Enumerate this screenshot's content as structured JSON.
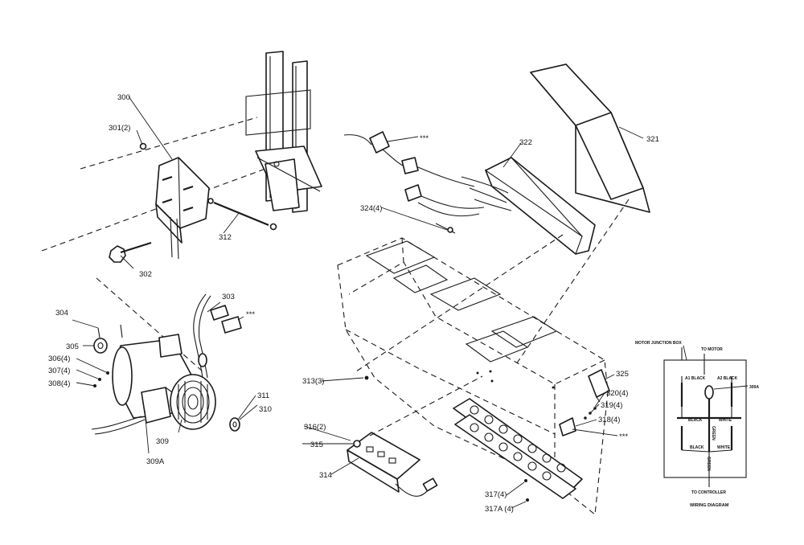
{
  "labels": {
    "p300": "300",
    "p301": "301(2)",
    "p302": "302",
    "p303": "303",
    "p304": "304",
    "p305": "305",
    "p306": "306(4)",
    "p307": "307(4)",
    "p308": "308(4)",
    "p309": "309",
    "p309a": "309A",
    "p310": "310",
    "p311": "311",
    "p312": "312",
    "p313": "313(3)",
    "p314": "314",
    "p315": "315",
    "p316": "316(2)",
    "p317": "317(4)",
    "p317a": "317A (4)",
    "p318": "318(4)",
    "p319": "319(4)",
    "p320": "320(4)",
    "p321": "321",
    "p322": "322",
    "p324": "324(4)",
    "p325": "325",
    "stars1": "***",
    "stars2": "***",
    "stars3": "***"
  },
  "wiring": {
    "title": "WIRING DIAGRAM",
    "motor_junction_box": "MOTOR JUNCTION BOX",
    "to_motor": "TO MOTOR",
    "to_controller": "TO CONTROLLER",
    "a1_black": "A1 BLACK",
    "a2_black": "A2 BLACK",
    "black_left": "BLACK",
    "white_right": "WHITE",
    "black_lower": "BLACK",
    "white_lower": "WHITE",
    "green_upper": "GREEN",
    "green_lower": "GREEN",
    "ref": "309A"
  }
}
